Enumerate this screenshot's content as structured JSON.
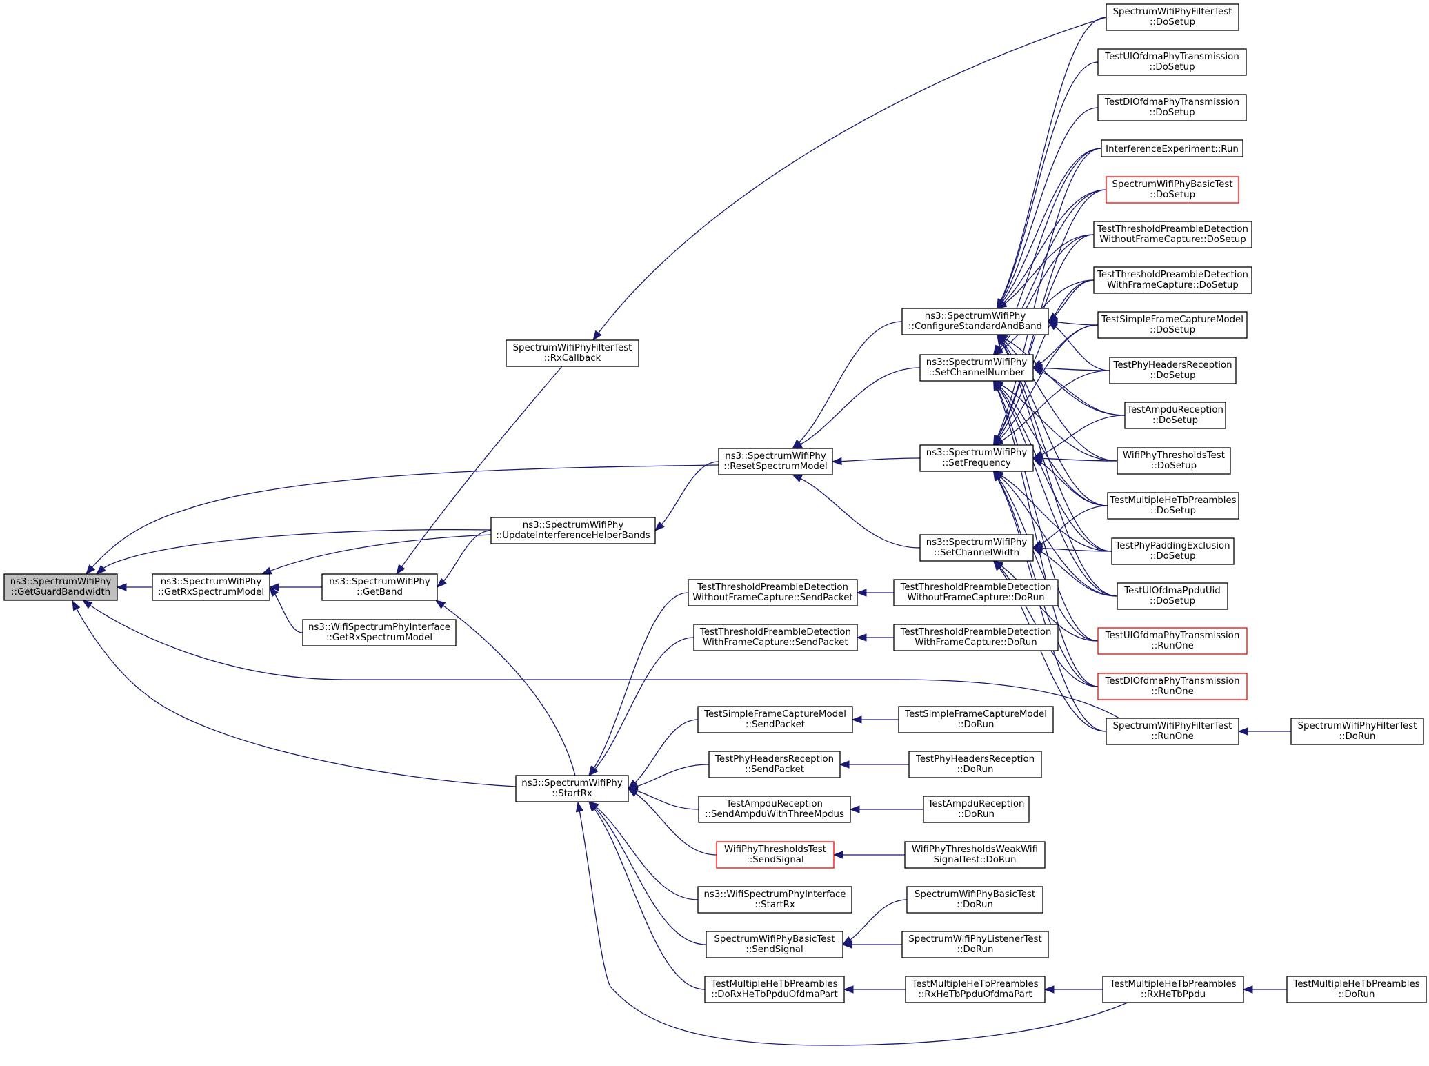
{
  "colors": {
    "edge": "#191970",
    "root_fill": "#bfbfbf",
    "red_border": "#ff0000"
  },
  "nodes": [
    {
      "id": "ggb",
      "lines": [
        "ns3::SpectrumWifiPhy",
        "::GetGuardBandwidth"
      ],
      "root": true
    },
    {
      "id": "grsm",
      "lines": [
        "ns3::SpectrumWifiPhy",
        "::GetRxSpectrumModel"
      ]
    },
    {
      "id": "gb",
      "lines": [
        "ns3::SpectrumWifiPhy",
        "::GetBand"
      ]
    },
    {
      "id": "wspi_grsm",
      "lines": [
        "ns3::WifiSpectrumPhyInterface",
        "::GetRxSpectrumModel"
      ]
    },
    {
      "id": "uihb",
      "lines": [
        "ns3::SpectrumWifiPhy",
        "::UpdateInterferenceHelperBands"
      ]
    },
    {
      "id": "rxcb",
      "lines": [
        "SpectrumWifiPhyFilterTest",
        "::RxCallback"
      ]
    },
    {
      "id": "rsm",
      "lines": [
        "ns3::SpectrumWifiPhy",
        "::ResetSpectrumModel"
      ]
    },
    {
      "id": "startrx",
      "lines": [
        "ns3::SpectrumWifiPhy",
        "::StartRx"
      ]
    },
    {
      "id": "csb",
      "lines": [
        "ns3::SpectrumWifiPhy",
        "::ConfigureStandardAndBand"
      ]
    },
    {
      "id": "scn",
      "lines": [
        "ns3::SpectrumWifiPhy",
        "::SetChannelNumber"
      ]
    },
    {
      "id": "sf",
      "lines": [
        "ns3::SpectrumWifiPhy",
        "::SetFrequency"
      ]
    },
    {
      "id": "scw",
      "lines": [
        "ns3::SpectrumWifiPhy",
        "::SetChannelWidth"
      ]
    },
    {
      "id": "tpd_wo_sp",
      "lines": [
        "TestThresholdPreambleDetection",
        "WithoutFrameCapture::SendPacket"
      ]
    },
    {
      "id": "tpd_w_sp",
      "lines": [
        "TestThresholdPreambleDetection",
        "WithFrameCapture::SendPacket"
      ]
    },
    {
      "id": "tsfcm_sp",
      "lines": [
        "TestSimpleFrameCaptureModel",
        "::SendPacket"
      ]
    },
    {
      "id": "tphr_sp",
      "lines": [
        "TestPhyHeadersReception",
        "::SendPacket"
      ]
    },
    {
      "id": "tar_sp",
      "lines": [
        "TestAmpduReception",
        "::SendAmpduWithThreeMpdus"
      ]
    },
    {
      "id": "wptt_ss",
      "lines": [
        "WifiPhyThresholdsTest",
        "::SendSignal"
      ],
      "red": true
    },
    {
      "id": "wspi_srx",
      "lines": [
        "ns3::WifiSpectrumPhyInterface",
        "::StartRx"
      ]
    },
    {
      "id": "swpbt_ss",
      "lines": [
        "SpectrumWifiPhyBasicTest",
        "::SendSignal"
      ]
    },
    {
      "id": "tmhtp_do",
      "lines": [
        "TestMultipleHeTbPreambles",
        "::DoRxHeTbPpduOfdmaPart"
      ]
    },
    {
      "id": "tpd_wo_dr",
      "lines": [
        "TestThresholdPreambleDetection",
        "WithoutFrameCapture::DoRun"
      ]
    },
    {
      "id": "tpd_w_dr",
      "lines": [
        "TestThresholdPreambleDetection",
        "WithFrameCapture::DoRun"
      ]
    },
    {
      "id": "tsfcm_dr",
      "lines": [
        "TestSimpleFrameCaptureModel",
        "::DoRun"
      ]
    },
    {
      "id": "tphr_dr",
      "lines": [
        "TestPhyHeadersReception",
        "::DoRun"
      ]
    },
    {
      "id": "tar_dr",
      "lines": [
        "TestAmpduReception",
        "::DoRun"
      ]
    },
    {
      "id": "wptw_dr",
      "lines": [
        "WifiPhyThresholdsWeakWifi",
        "SignalTest::DoRun"
      ]
    },
    {
      "id": "swpbt_dr",
      "lines": [
        "SpectrumWifiPhyBasicTest",
        "::DoRun"
      ]
    },
    {
      "id": "swplt_dr",
      "lines": [
        "SpectrumWifiPhyListenerTest",
        "::DoRun"
      ]
    },
    {
      "id": "tmhtp_rx",
      "lines": [
        "TestMultipleHeTbPreambles",
        "::RxHeTbPpduOfdmaPart"
      ]
    },
    {
      "id": "swpft_ds",
      "lines": [
        "SpectrumWifiPhyFilterTest",
        "::DoSetup"
      ]
    },
    {
      "id": "tuopt_ds",
      "lines": [
        "TestUlOfdmaPhyTransmission",
        "::DoSetup"
      ]
    },
    {
      "id": "tdopt_ds",
      "lines": [
        "TestDlOfdmaPhyTransmission",
        "::DoSetup"
      ]
    },
    {
      "id": "ie_run",
      "lines": [
        "InterferenceExperiment::Run"
      ]
    },
    {
      "id": "swpbt_ds",
      "lines": [
        "SpectrumWifiPhyBasicTest",
        "::DoSetup"
      ],
      "red": true
    },
    {
      "id": "tpd_wo_ds",
      "lines": [
        "TestThresholdPreambleDetection",
        "WithoutFrameCapture::DoSetup"
      ]
    },
    {
      "id": "tpd_w_ds",
      "lines": [
        "TestThresholdPreambleDetection",
        "WithFrameCapture::DoSetup"
      ]
    },
    {
      "id": "tsfcm_ds",
      "lines": [
        "TestSimpleFrameCaptureModel",
        "::DoSetup"
      ]
    },
    {
      "id": "tphr_ds",
      "lines": [
        "TestPhyHeadersReception",
        "::DoSetup"
      ]
    },
    {
      "id": "tar_ds",
      "lines": [
        "TestAmpduReception",
        "::DoSetup"
      ]
    },
    {
      "id": "wptt_ds",
      "lines": [
        "WifiPhyThresholdsTest",
        "::DoSetup"
      ]
    },
    {
      "id": "tmhtp_ds",
      "lines": [
        "TestMultipleHeTbPreambles",
        "::DoSetup"
      ]
    },
    {
      "id": "tppe_ds",
      "lines": [
        "TestPhyPaddingExclusion",
        "::DoSetup"
      ]
    },
    {
      "id": "tuopu_ds",
      "lines": [
        "TestUlOfdmaPpduUid",
        "::DoSetup"
      ]
    },
    {
      "id": "tuopt_ro",
      "lines": [
        "TestUlOfdmaPhyTransmission",
        "::RunOne"
      ],
      "red": true
    },
    {
      "id": "tdopt_ro",
      "lines": [
        "TestDlOfdmaPhyTransmission",
        "::RunOne"
      ],
      "red": true
    },
    {
      "id": "swpft_ro",
      "lines": [
        "SpectrumWifiPhyFilterTest",
        "::RunOne"
      ]
    },
    {
      "id": "tmhtp_rhp",
      "lines": [
        "TestMultipleHeTbPreambles",
        "::RxHeTbPpdu"
      ]
    },
    {
      "id": "swpft_dr",
      "lines": [
        "SpectrumWifiPhyFilterTest",
        "::DoRun"
      ]
    },
    {
      "id": "tmhtp_dr",
      "lines": [
        "TestMultipleHeTbPreambles",
        "::DoRun"
      ]
    }
  ],
  "edges": [
    [
      "grsm",
      "ggb"
    ],
    [
      "uihb",
      "ggb"
    ],
    [
      "rsm",
      "ggb"
    ],
    [
      "swpft_ro",
      "ggb"
    ],
    [
      "startrx",
      "ggb"
    ],
    [
      "gb",
      "grsm"
    ],
    [
      "uihb",
      "grsm"
    ],
    [
      "wspi_grsm",
      "grsm"
    ],
    [
      "rxcb",
      "gb"
    ],
    [
      "uihb",
      "gb"
    ],
    [
      "startrx",
      "gb"
    ],
    [
      "rsm",
      "uihb"
    ],
    [
      "swpft_ds",
      "rxcb"
    ],
    [
      "csb",
      "rsm"
    ],
    [
      "scn",
      "rsm"
    ],
    [
      "sf",
      "rsm"
    ],
    [
      "scw",
      "rsm"
    ],
    [
      "tpd_wo_sp",
      "startrx"
    ],
    [
      "tpd_w_sp",
      "startrx"
    ],
    [
      "tsfcm_sp",
      "startrx"
    ],
    [
      "tphr_sp",
      "startrx"
    ],
    [
      "tar_sp",
      "startrx"
    ],
    [
      "wptt_ss",
      "startrx"
    ],
    [
      "wspi_srx",
      "startrx"
    ],
    [
      "swpbt_ss",
      "startrx"
    ],
    [
      "tmhtp_do",
      "startrx"
    ],
    [
      "tmhtp_rhp",
      "startrx"
    ],
    [
      "tpd_wo_dr",
      "tpd_wo_sp"
    ],
    [
      "tpd_w_dr",
      "tpd_w_sp"
    ],
    [
      "tsfcm_dr",
      "tsfcm_sp"
    ],
    [
      "tphr_dr",
      "tphr_sp"
    ],
    [
      "tar_dr",
      "tar_sp"
    ],
    [
      "wptw_dr",
      "wptt_ss"
    ],
    [
      "swpbt_dr",
      "swpbt_ss"
    ],
    [
      "swplt_dr",
      "swpbt_ss"
    ],
    [
      "tmhtp_rx",
      "tmhtp_do"
    ],
    [
      "tmhtp_rhp",
      "tmhtp_rx"
    ],
    [
      "tmhtp_dr",
      "tmhtp_rhp"
    ],
    [
      "swpft_dr",
      "swpft_ro"
    ],
    [
      "swpft_ds",
      "csb"
    ],
    [
      "tuopt_ds",
      "csb"
    ],
    [
      "tdopt_ds",
      "csb"
    ],
    [
      "ie_run",
      "csb"
    ],
    [
      "swpbt_ds",
      "csb"
    ],
    [
      "tpd_wo_ds",
      "csb"
    ],
    [
      "tpd_w_ds",
      "csb"
    ],
    [
      "tsfcm_ds",
      "csb"
    ],
    [
      "tphr_ds",
      "csb"
    ],
    [
      "tar_ds",
      "csb"
    ],
    [
      "wptt_ds",
      "csb"
    ],
    [
      "tmhtp_ds",
      "csb"
    ],
    [
      "tppe_ds",
      "csb"
    ],
    [
      "tuopu_ds",
      "csb"
    ],
    [
      "ie_run",
      "scn"
    ],
    [
      "swpbt_ds",
      "scn"
    ],
    [
      "tpd_wo_ds",
      "scn"
    ],
    [
      "tpd_w_ds",
      "scn"
    ],
    [
      "tsfcm_ds",
      "scn"
    ],
    [
      "tphr_ds",
      "scn"
    ],
    [
      "tar_ds",
      "scn"
    ],
    [
      "wptt_ds",
      "scn"
    ],
    [
      "tmhtp_ds",
      "scn"
    ],
    [
      "tppe_ds",
      "scn"
    ],
    [
      "tuopu_ds",
      "scn"
    ],
    [
      "tuopt_ro",
      "scn"
    ],
    [
      "tdopt_ro",
      "scn"
    ],
    [
      "ie_run",
      "sf"
    ],
    [
      "swpbt_ds",
      "sf"
    ],
    [
      "tpd_wo_ds",
      "sf"
    ],
    [
      "tpd_w_ds",
      "sf"
    ],
    [
      "tsfcm_ds",
      "sf"
    ],
    [
      "tphr_ds",
      "sf"
    ],
    [
      "tar_ds",
      "sf"
    ],
    [
      "wptt_ds",
      "sf"
    ],
    [
      "tmhtp_ds",
      "sf"
    ],
    [
      "tppe_ds",
      "sf"
    ],
    [
      "tuopu_ds",
      "sf"
    ],
    [
      "tuopt_ro",
      "sf"
    ],
    [
      "tdopt_ro",
      "sf"
    ],
    [
      "swpft_ro",
      "sf"
    ],
    [
      "tmhtp_ds",
      "scw"
    ],
    [
      "tppe_ds",
      "scw"
    ],
    [
      "tuopu_ds",
      "scw"
    ],
    [
      "tuopt_ro",
      "scw"
    ],
    [
      "tdopt_ro",
      "scw"
    ],
    [
      "swpft_ro",
      "scw"
    ]
  ]
}
